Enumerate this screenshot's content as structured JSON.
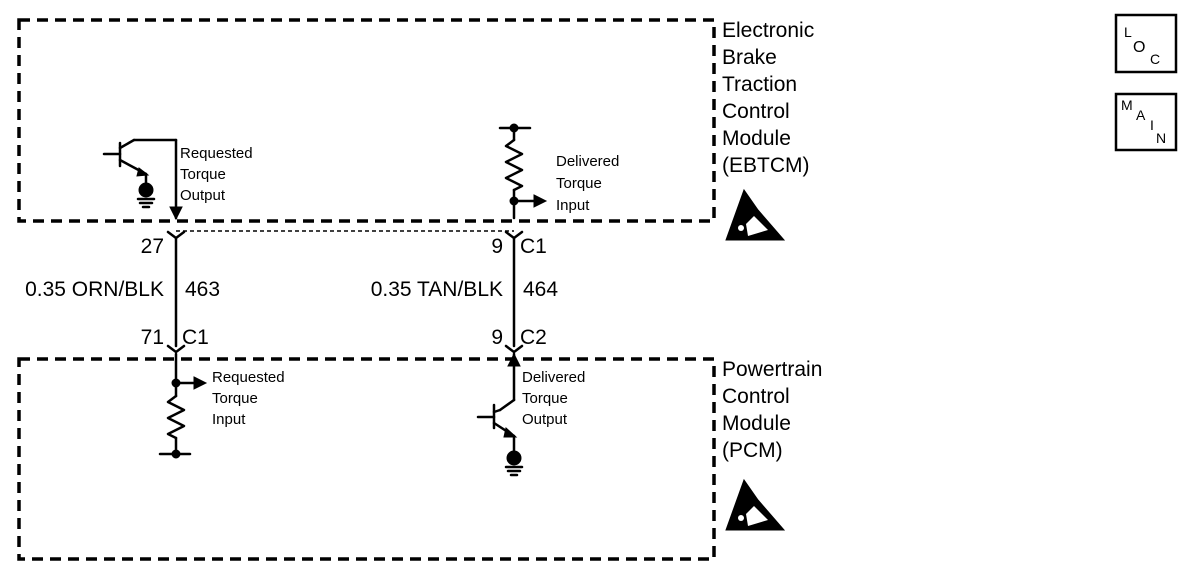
{
  "ebtcm": {
    "title_lines": [
      "Electronic",
      "Brake",
      "Traction",
      "Control",
      "Module",
      "(EBTCM)"
    ],
    "output_label_lines": [
      "Requested",
      "Torque",
      "Output"
    ],
    "input_label_lines": [
      "Delivered",
      "Torque",
      "Input"
    ]
  },
  "pcm": {
    "title_lines": [
      "Powertrain",
      "Control",
      "Module",
      "(PCM)"
    ],
    "input_label_lines": [
      "Requested",
      "Torque",
      "Input"
    ],
    "output_label_lines": [
      "Delivered",
      "Torque",
      "Output"
    ]
  },
  "wires": [
    {
      "top_pin": "27",
      "gauge_color": "0.35 ORN/BLK",
      "circuit": "463",
      "bottom_pin": "71",
      "bottom_connector": "C1"
    },
    {
      "top_pin": "9",
      "top_connector": "C1",
      "gauge_color": "0.35 TAN/BLK",
      "circuit": "464",
      "bottom_pin": "9",
      "bottom_connector": "C2"
    }
  ],
  "corner_icons": {
    "loc": {
      "chars": [
        "L",
        "O",
        "C"
      ]
    },
    "main": {
      "chars": [
        "M",
        "A",
        "I",
        "N"
      ]
    }
  },
  "esd_icon": "esd-warning-icon"
}
